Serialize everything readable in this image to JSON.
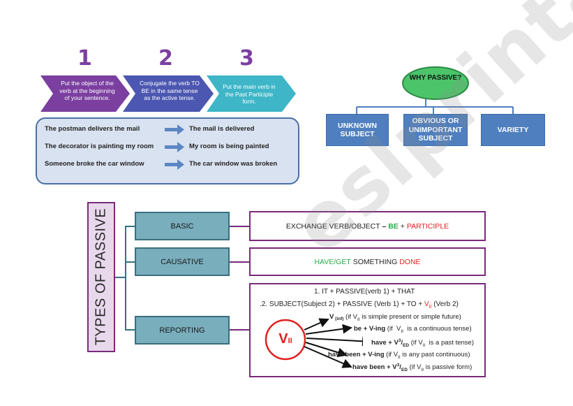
{
  "steps": [
    {
      "number": "1",
      "text": "Put the object of the verb at the beginning of your sentence.",
      "color": "#7b3fa0"
    },
    {
      "number": "2",
      "text": "Conjugate the verb TO BE in the same tense as the active tense.",
      "color": "#4b57b0"
    },
    {
      "number": "3",
      "text": "Put the main verb in the Past Participle form.",
      "color": "#3eb6c8"
    }
  ],
  "examples": [
    {
      "active": "The postman delivers the mail",
      "passive": "The mail is delivered"
    },
    {
      "active": "The decorator is painting my room",
      "passive": "My room is being painted"
    },
    {
      "active": "Someone broke the car window",
      "passive": "The car window was broken"
    }
  ],
  "why": {
    "question": "WHY PASSIVE?",
    "reasons": [
      "UNKNOWN SUBJECT",
      "OBVIOUS OR UNIMPORTANT SUBJECT",
      "VARIETY"
    ]
  },
  "types": {
    "title": "TYPES OF PASSIVE",
    "basic": {
      "label": "BASIC",
      "desc_part1": "EXCHANGE VERB/OBJECT",
      "sep1": " – ",
      "be": "BE",
      "plus": " + ",
      "participle": "PARTICIPLE"
    },
    "causative": {
      "label": "CAUSATIVE",
      "have_get": "HAVE/GET",
      "something": " SOMETHING ",
      "done": "DONE"
    },
    "reporting": {
      "label": "REPORTING",
      "line1": "1. IT + PASSIVE(verb 1) + THAT",
      "line2_a": ".2. SUBJECT(Subject 2) + PASSIVE (Verb 1) + TO + ",
      "line2_v": "VII",
      "line2_b": " (Verb 2)",
      "circle": "VII",
      "rules": [
        {
          "form": "V (inf)",
          "note": "(if VII is simple present or simple future)"
        },
        {
          "form": "be + V-ing",
          "note": "(if VII is a continuous tense)"
        },
        {
          "form": "have + V3/ED",
          "note": "(if VII is a past tense)"
        },
        {
          "form": "have been + V-ing",
          "note": "(if VII is any past continuous)"
        },
        {
          "form": "have been + V3/ED",
          "note": "(if VII is passive form)"
        }
      ]
    }
  },
  "watermark": "eslprintables.com",
  "colors": {
    "purple": "#7b3fa0",
    "blue": "#4f7fbf",
    "teal": "#79aebd",
    "red": "#e02020",
    "green": "#2aa84a"
  }
}
